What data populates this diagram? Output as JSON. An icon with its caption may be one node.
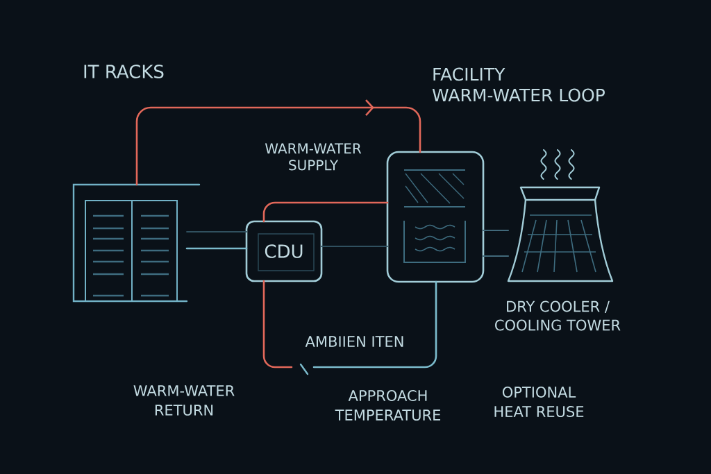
{
  "diagram": {
    "nodes": [
      {
        "text": [],
        "shape": "picture"
      },
      {
        "text": [
          "CDU"
        ]
      },
      {
        "text": [],
        "shape": "picture"
      },
      {
        "text": [],
        "shape": "picture",
        "beside": [
          "DRY COOLER / COOLING TOWER"
        ]
      },
      {
        "text": [],
        "shape": "bar"
      }
    ],
    "edges": [
      {
        "from": 0,
        "to": 2,
        "arrow": "to",
        "color": "#e2685a"
      },
      {
        "from": 1,
        "to": 2,
        "arrow": "none",
        "color": "#e2685a"
      },
      {
        "from": 0,
        "to": 1,
        "arrow": "none",
        "color": "#7cbccd"
      },
      {
        "from": 0,
        "to": 1,
        "arrow": "none",
        "color": "#30505f"
      },
      {
        "from": 1,
        "to": 2,
        "arrow": "none",
        "color": "#30505f"
      },
      {
        "from": 2,
        "to": 3,
        "arrow": "none",
        "color": "#41697a"
      },
      {
        "from": 2,
        "to": 3,
        "arrow": "none",
        "color": "#41697a"
      },
      {
        "from": 1,
        "to": 4,
        "arrow": "none",
        "color": "#e2685a"
      },
      {
        "from": 2,
        "to": 4,
        "arrow": "none",
        "color": "#7cbccd"
      }
    ],
    "labels": [
      "IT RACKS",
      "FACILITY WARM-WATER LOOP",
      "WARM-WATER SUPPLY",
      "AMBIIEN ITEN",
      "WARM-WATER RETURN",
      "APPROACH TEMPERATURE",
      "OPTIONAL HEAT REUSE"
    ]
  }
}
